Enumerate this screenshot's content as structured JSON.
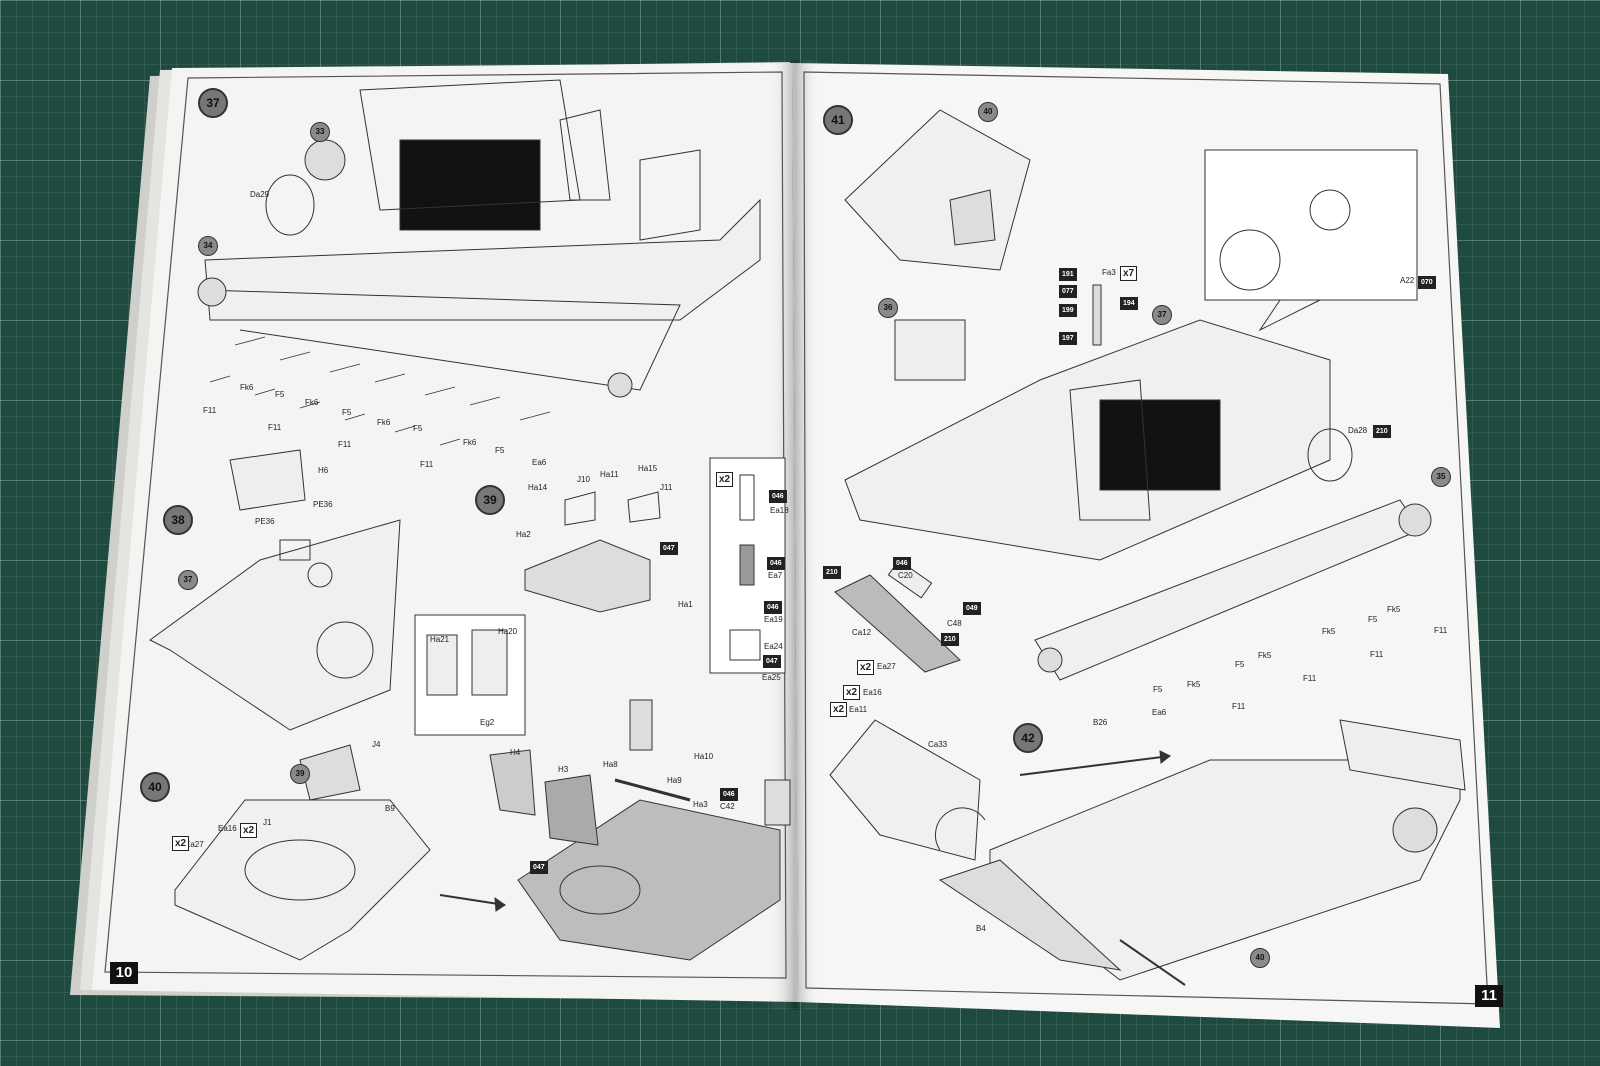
{
  "booklet": {
    "left_page_number": "10",
    "right_page_number": "11"
  },
  "steps": {
    "s37": "37",
    "s38": "38",
    "s39": "39",
    "s40": "40",
    "s41": "41",
    "s42": "42"
  },
  "refs": {
    "r33": "33",
    "r34": "34",
    "r37_left": "37",
    "r39_small": "39",
    "r40_top": "40",
    "r36": "36",
    "r37_right": "37",
    "r35": "35",
    "r40_bottom": "40"
  },
  "labels": {
    "da29": "Da29",
    "fk6_a": "Fk6",
    "f5_a": "F5",
    "fk6_b": "Fk6",
    "f5_b": "F5",
    "fk6_c": "Fk6",
    "f5_c": "F5",
    "fk6_d": "Fk6",
    "f5_d": "F5",
    "ea6_l": "Ea6",
    "f11_a": "F11",
    "f11_b": "F11",
    "f11_c": "F11",
    "f11_d": "F11",
    "h6": "H6",
    "pe36_a": "PE36",
    "pe36_b": "PE36",
    "ha14": "Ha14",
    "j10": "J10",
    "ha11": "Ha11",
    "ha15": "Ha15",
    "j11": "J11",
    "ha2": "Ha2",
    "ha1": "Ha1",
    "ha21": "Ha21",
    "ha20": "Ha20",
    "eg2": "Eg2",
    "ea18": "Ea18",
    "ea7": "Ea7",
    "ea19": "Ea19",
    "ea24": "Ea24",
    "ea25": "Ea25",
    "j4": "J4",
    "b9": "B9",
    "ea16_l": "Ea16",
    "j1": "J1",
    "ea27_l": "Ea27",
    "h4": "H4",
    "h3": "H3",
    "ha8": "Ha8",
    "ha10": "Ha10",
    "ha9": "Ha9",
    "ha3": "Ha3",
    "c42": "C42",
    "fa3": "Fa3",
    "a22": "A22",
    "da28": "Da28",
    "c20": "C20",
    "ca12": "Ca12",
    "c48": "C48",
    "ea27_r": "Ea27",
    "ea16_r": "Ea16",
    "ea11": "Ea11",
    "ca33": "Ca33",
    "b26": "B26",
    "ea6_r": "Ea6",
    "f5_r1": "F5",
    "fk5_r1": "Fk5",
    "f11_r1": "F11",
    "fk5_r2": "Fk5",
    "f11_r2": "F11",
    "fk5_r3": "Fk5",
    "f5_r2": "F5",
    "f11_r3": "F11",
    "f5_r3": "F5",
    "fk5_r4": "Fk5",
    "f11_r4": "F11",
    "b4": "B4"
  },
  "codes": {
    "c047_a": "047",
    "c046_a": "046",
    "c046_b": "046",
    "c046_c": "046",
    "c047_b": "047",
    "c046_d": "046",
    "c047_c": "047",
    "c191": "191",
    "c077": "077",
    "c199": "199",
    "c197": "197",
    "c194": "194",
    "c070": "070",
    "c210_a": "210",
    "c210_b": "210",
    "c046_e": "046",
    "c049": "049",
    "c210_c": "210"
  },
  "multipliers": {
    "x2_a": "x2",
    "x2_b": "x2",
    "x2_c": "x2",
    "x2_d": "x2",
    "x2_e": "x2",
    "x2_f": "x2",
    "x7": "x7"
  }
}
